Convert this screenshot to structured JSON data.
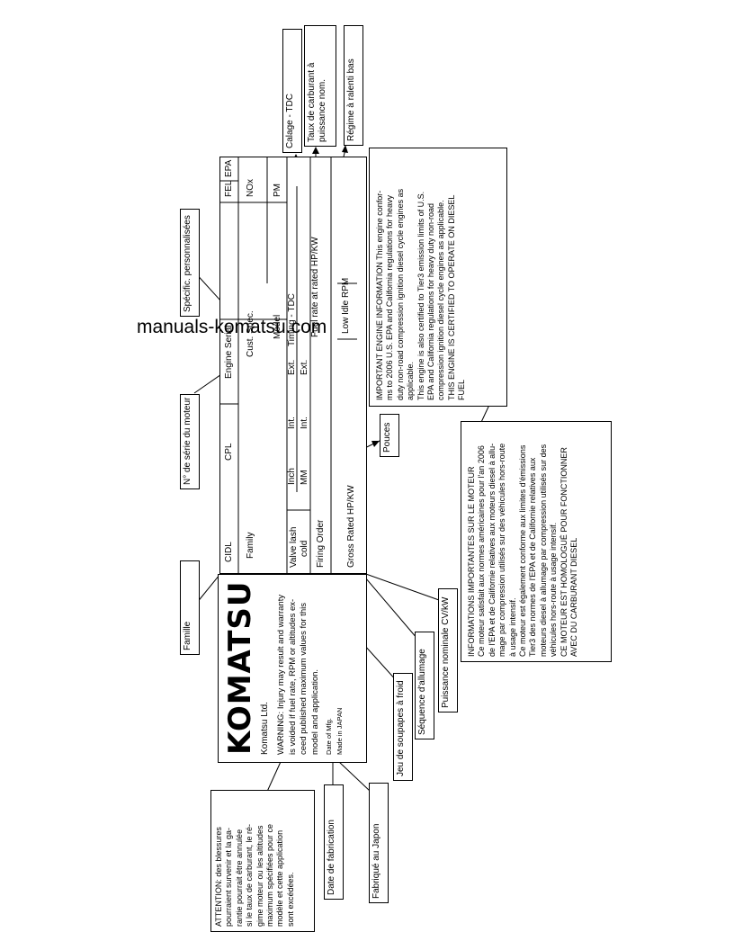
{
  "watermark": "manuals-komatsu.com",
  "labels": {
    "family_fr": "Famille",
    "engine_serial_fr": "N° de série du moteur",
    "cust_spec_fr": "Spécific. personnalisées",
    "valve_lash_fr": "Jeu de soupapes à froid",
    "firing_order_fr": "Séquence d'allumage",
    "gross_rated_fr": "Puissance nominale CV/kW",
    "date_fr": "Date de fabrication",
    "made_in_fr": "Fabriqué au Japon",
    "inches_fr": "Pouces",
    "timing_fr": "Calage - TDC",
    "fuel_rate_fr": "Taux de carburant à puissance nom.",
    "low_idle_fr": "Régime à ralenti bas"
  },
  "plate": {
    "logo": "KOMATSU",
    "company": "Komatsu Ltd.",
    "warning": "WARNING: Injury may result and warranty is voided if fuel rate, RPM or altitudes exceed published maximum values for this model and application.",
    "warning_lines": [
      "WARNING: Injury may result and warranty",
      "is voided if fuel rate, RPM or altitudes ex-",
      "ceed published maximum values for this",
      "model and application."
    ],
    "date_of_mfg": "Date of Mfg.",
    "made_in": "Made in JAPAN"
  },
  "table": {
    "cidl": "CIDL",
    "cpl": "CPL",
    "engine_serial": "Engine Serial",
    "fel": "FEL",
    "epa": "EPA",
    "family": "Family",
    "cust_spec": "Cust. Spec.",
    "nox": "NOx",
    "model": "Model",
    "pm": "PM",
    "valve_lash": "Valve lash",
    "cold": "cold",
    "inch": "Inch",
    "mm": "MM",
    "int1": "Int.",
    "ext1": "Ext.",
    "int2": "Int.",
    "ext2": "Ext.",
    "timing": "Timing - TDC",
    "firing_order": "Firing Order",
    "fuel_rate": "Fuel rate at rated HP/KW",
    "low_idle": "Low Idle RPM",
    "gross_rated": "Gross Rated HP/KW"
  },
  "important_en_lines": [
    "IMPORTANT ENGINE INFORMATION This engine confor-",
    "ms to 2006 U.S. EPA and California regulations for heavy",
    "duty non-road compression ignition diesel cycle engines as",
    "applicable.",
    "This engine is also certified to Tier3 emission limits of U.S.",
    "EPA and California regulations for heavy duty non-road",
    "compression ignition diesel cycle engines as applicable.",
    "THIS ENGINE IS CERTIFIED TO OPERATE ON DIESEL",
    "FUEL"
  ],
  "important_fr_lines": [
    "INFORMATIONS IMPORTANTES SUR LE MOTEUR",
    "Ce moteur satisfait aux normes américaines pour l'an 2006",
    "de l'EPA et de Californie relatives aux moteurs diesel à allu-",
    "mage par compression utilisés sur des véhicules hors-route",
    "à usage intensif.",
    "Ce moteur est également conforme aux limites d'émissions",
    "Tier3 des normes de l'EPA et de Californie relatives aux",
    "moteurs diesel à allumage par compression utilisés sur des",
    "véhicules hors-route à usage intensif.",
    "CE MOTEUR EST HOMOLOGUÉ POUR FONCTIONNER",
    "AVEC DU CARBURANT DIESEL"
  ],
  "attention_lines": [
    "ATTENTION: des blessures",
    "pourraient survenir et la ga-",
    "rantie pourrait être annulée",
    "si le taux de carburant, le ré-",
    "gime moteur ou les altitudes",
    "maximum spécifiées pour ce",
    "modèle et cette application",
    "sont excédées."
  ]
}
